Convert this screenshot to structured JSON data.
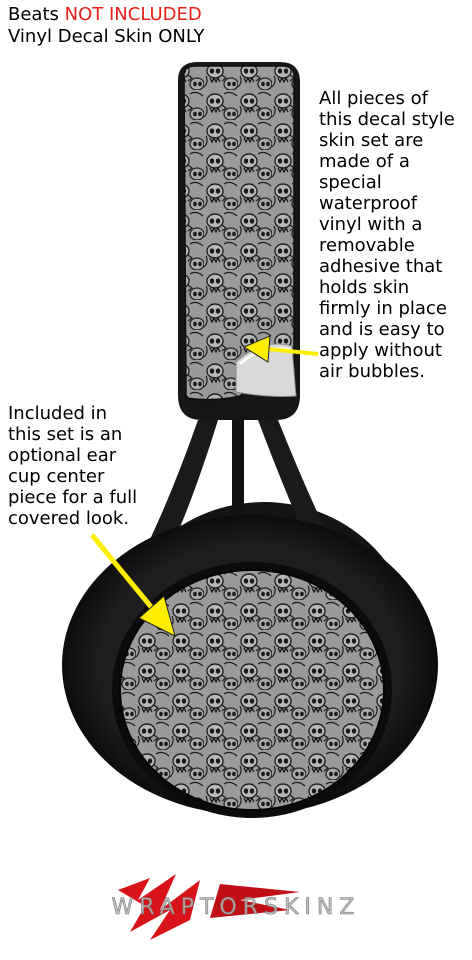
{
  "header": {
    "brand_word": "Beats",
    "not_included": "NOT INCLUDED",
    "line2": "Vinyl Decal Skin ONLY"
  },
  "callout_right": {
    "lines": [
      "All pieces of",
      "this decal style",
      "skin set are",
      "made of a",
      "special",
      "waterproof",
      "vinyl with a",
      "removable",
      "adhesive that",
      "holds skin",
      "firmly in place",
      "and is easy to",
      "apply without",
      "air bubbles."
    ]
  },
  "callout_left": {
    "lines": [
      "Included in",
      "this set is an",
      "optional ear",
      "cup center",
      "piece for a full",
      "covered look."
    ]
  },
  "colors": {
    "accent_red": "#e8201a",
    "arrow_yellow": "#ffee00",
    "headphone_black": "#1b1b1b",
    "skin_gray": "#8a8a8a"
  },
  "logo": {
    "text": "WRAPTORSKINZ"
  }
}
